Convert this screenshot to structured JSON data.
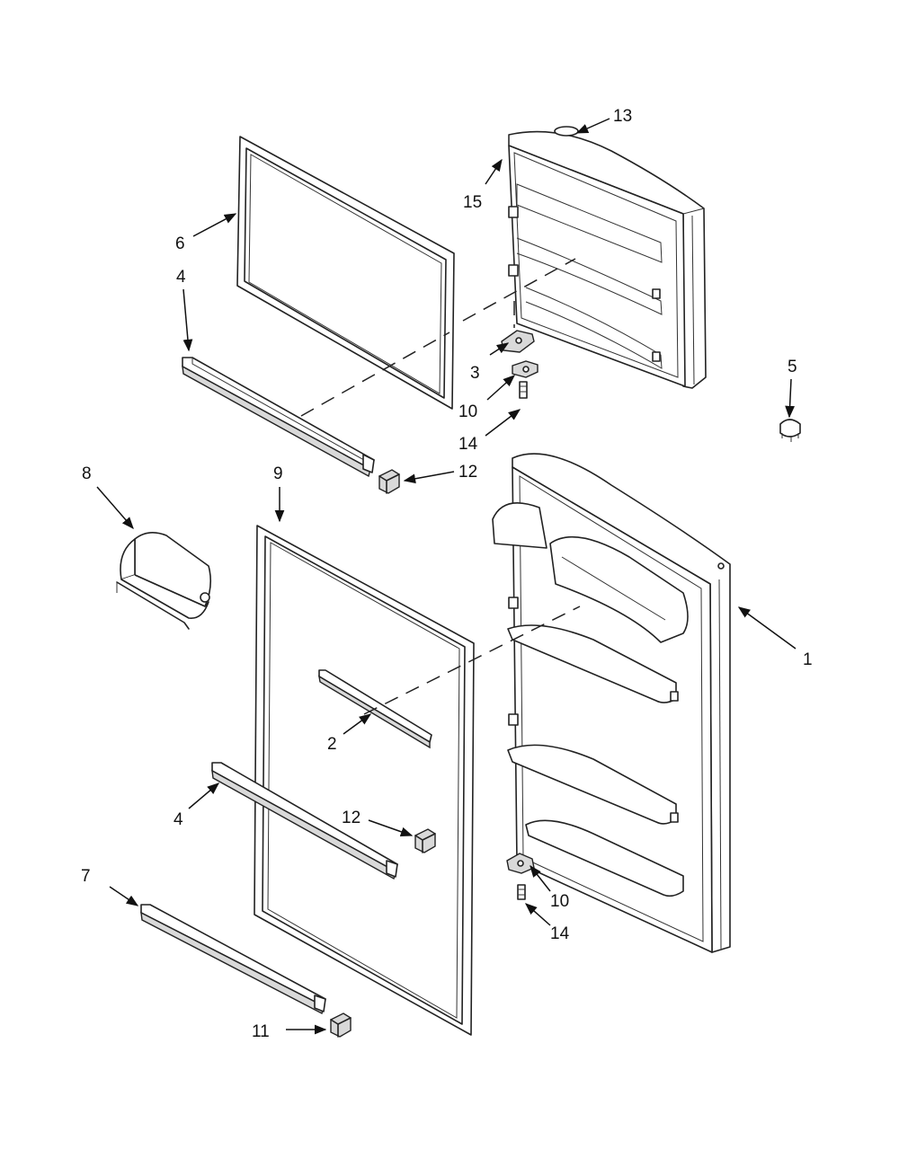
{
  "callouts": {
    "c1": "1",
    "c2": "2",
    "c3": "3",
    "c4a": "4",
    "c4b": "4",
    "c5": "5",
    "c6": "6",
    "c7": "7",
    "c8": "8",
    "c9": "9",
    "c10a": "10",
    "c10b": "10",
    "c11": "11",
    "c12a": "12",
    "c12b": "12",
    "c13": "13",
    "c14a": "14",
    "c14b": "14",
    "c15": "15"
  }
}
